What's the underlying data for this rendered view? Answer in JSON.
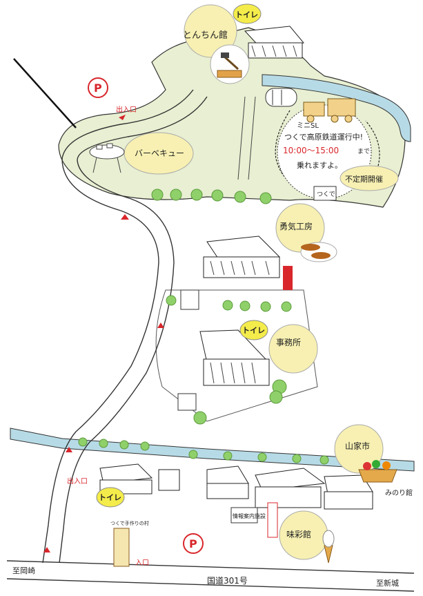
{
  "labels": {
    "tonchin": "とんちん館",
    "toilet": "トイレ",
    "parking": "P",
    "exit_entrance": "出入口",
    "bbq": "バーベキュー",
    "sl_title": "ミニSL",
    "sl_line1": "つくで高原鉄道運行中!",
    "sl_hours": "10:00～15:00",
    "sl_made": "まで",
    "sl_line3": "乗れますよ。",
    "irregular": "不定期開催",
    "tsukude_sign": "つくで",
    "yuki_kobo": "勇気工房",
    "jimusho": "事務所",
    "yamaga_ichi": "山家市",
    "minori_kan": "みのり館",
    "joho_shisetsu": "情報案内施設",
    "ajisai_kan": "味彩館",
    "tsukude_tezukuri": "つくで手作りの村",
    "route": "国道301号",
    "to_okazaki": "至岡崎",
    "to_shinshiro": "至新城",
    "entrance_sign": "入口"
  },
  "colors": {
    "grass": "#e8efd2",
    "water": "#b7dbe6",
    "bubble": "#f7f0b2",
    "toilet_badge": "#f4ec4a",
    "parking_red": "#d8262b",
    "tree": "#8fd06a"
  },
  "icons": [
    "hammer-icon",
    "sl-train-icon",
    "bbq-grill-icon",
    "dango-icon",
    "veggie-basket-icon",
    "soft-serve-icon",
    "tunnel-icon"
  ]
}
